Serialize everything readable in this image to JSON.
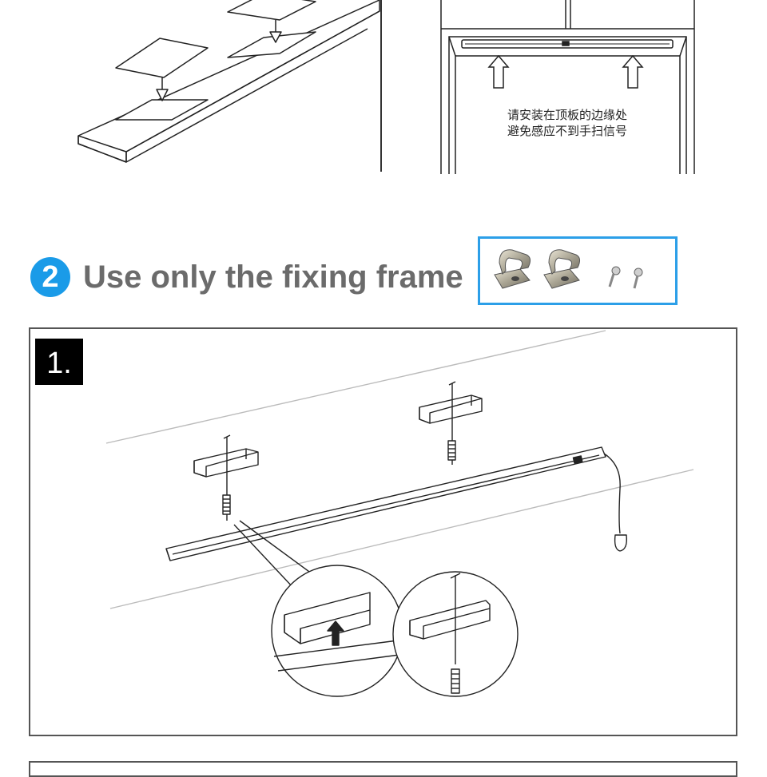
{
  "top_section": {
    "note_line1": "请安装在顶板的边缘处",
    "note_line2": "避免感应不到手扫信号"
  },
  "section2": {
    "step_badge": "2",
    "title": "Use only the fixing frame",
    "badge_color": "#1a9be8",
    "parts_box_color": "#2c9fe8",
    "parts": [
      "fixing-clip-icon",
      "fixing-clip-icon",
      "screw-icon",
      "screw-icon"
    ]
  },
  "panel1": {
    "step_label": "1."
  }
}
